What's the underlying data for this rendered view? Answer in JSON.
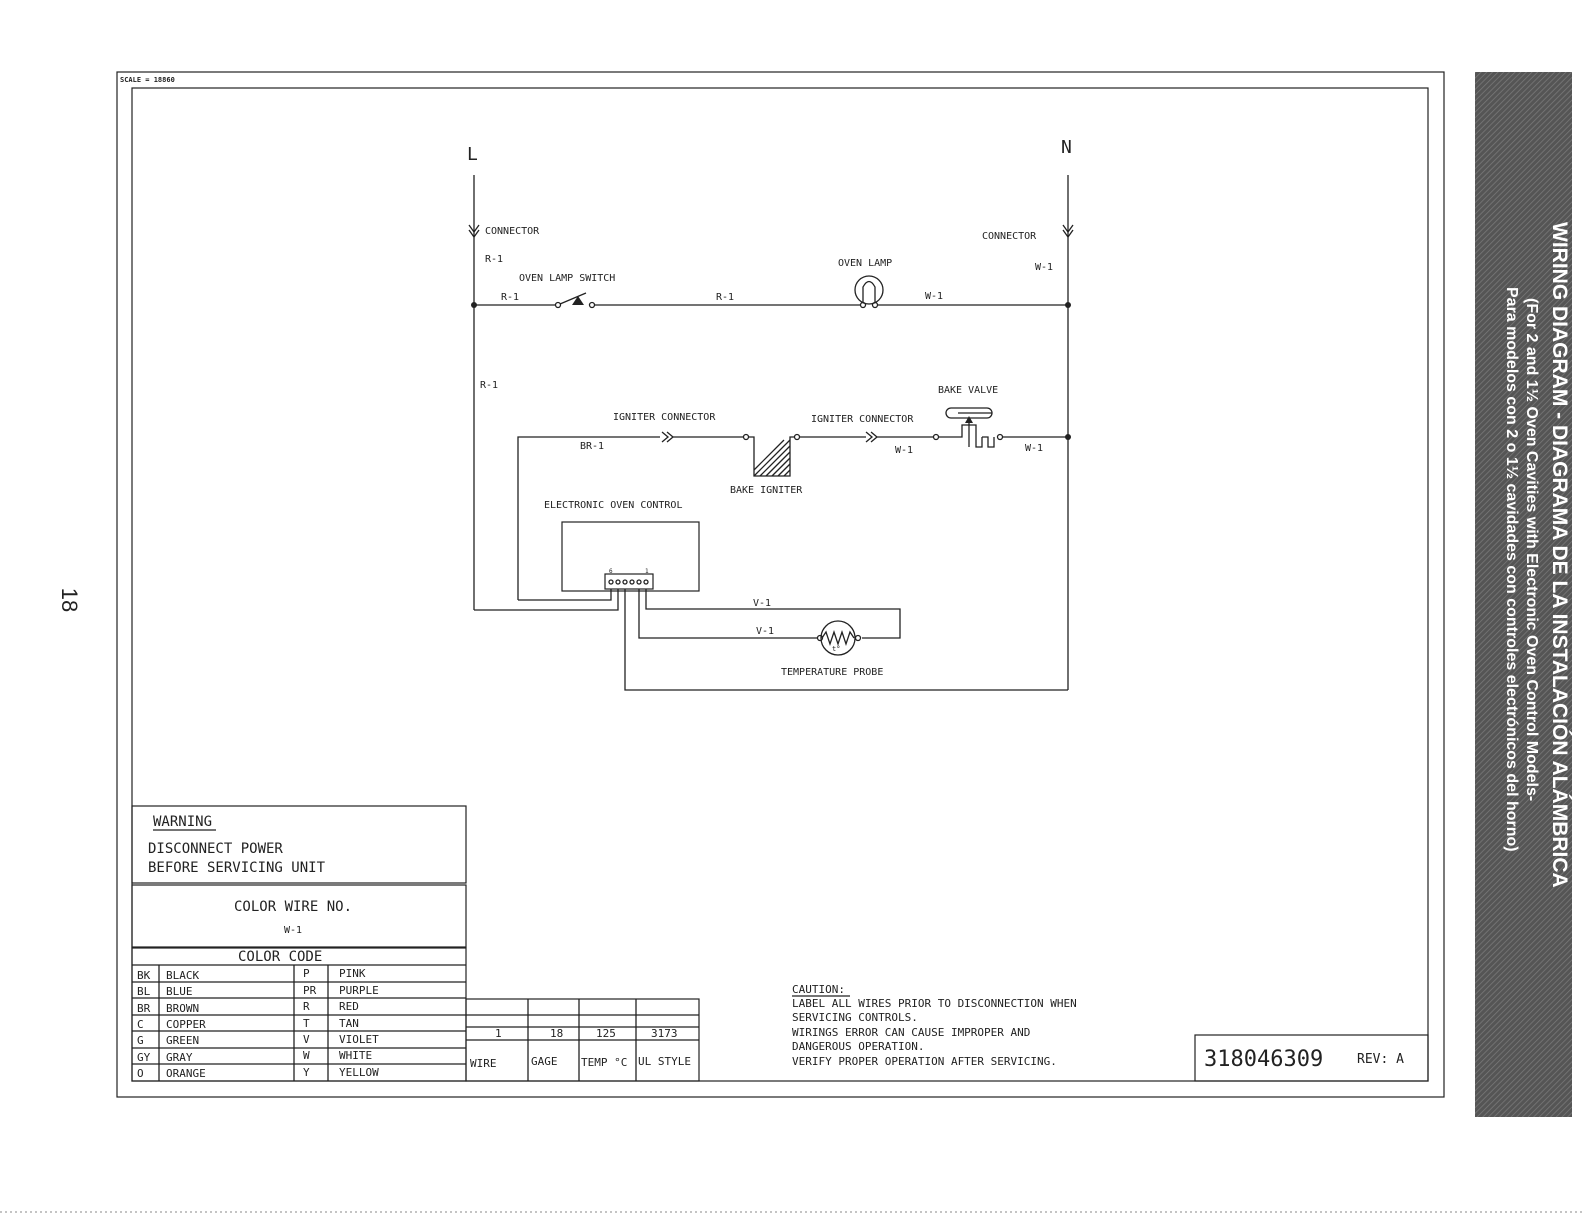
{
  "page_number": "18",
  "scale_note": "SCALE = 18860",
  "banner": {
    "title": "WIRING DIAGRAM - DIAGRAMA DE LA INSTALACIÓN ALÁMBRICA",
    "subtitle_en": "(For 2 and 1½ Oven Cavities with Electronic Oven Control Models-",
    "subtitle_es": "Para modelos con 2 o 1½ cavidades con controles electrónicos del horno)",
    "background": "#555555"
  },
  "diagram": {
    "line_l": "L",
    "line_n": "N",
    "connector_l": "CONNECTOR",
    "connector_n": "CONNECTOR",
    "wire_r1_top": "R-1",
    "wire_r1_switch": "R-1",
    "wire_r1_mid": "R-1",
    "wire_r1_side": "R-1",
    "wire_w1_lamp": "W-1",
    "wire_w1_n": "W-1",
    "oven_lamp_switch": "OVEN LAMP SWITCH",
    "oven_lamp": "OVEN LAMP",
    "bake_valve": "BAKE VALVE",
    "igniter_connector_1": "IGNITER CONNECTOR",
    "igniter_connector_2": "IGNITER CONNECTOR",
    "wire_br1": "BR-1",
    "wire_w1_igniter": "W-1",
    "wire_w1_valve": "W-1",
    "bake_igniter": "BAKE IGNITER",
    "electronic_oven_control": "ELECTRONIC OVEN CONTROL",
    "pin_6": "6",
    "pin_1": "1",
    "wire_v1_a": "V-1",
    "wire_v1_b": "V-1",
    "temperature_probe": "TEMPERATURE PROBE",
    "probe_symbol": "t°"
  },
  "warning": {
    "title": "WARNING",
    "line1": "DISCONNECT POWER",
    "line2": "BEFORE SERVICING UNIT"
  },
  "color_wire_no": {
    "title": "COLOR WIRE NO.",
    "value": "W-1"
  },
  "color_code": {
    "title": "COLOR CODE",
    "rows": [
      {
        "c1": "BK",
        "n1": "BLACK",
        "c2": "P",
        "n2": "PINK"
      },
      {
        "c1": "BL",
        "n1": "BLUE",
        "c2": "PR",
        "n2": "PURPLE"
      },
      {
        "c1": "BR",
        "n1": "BROWN",
        "c2": "R",
        "n2": "RED"
      },
      {
        "c1": "C",
        "n1": "COPPER",
        "c2": "T",
        "n2": "TAN"
      },
      {
        "c1": "G",
        "n1": "GREEN",
        "c2": "V",
        "n2": "VIOLET"
      },
      {
        "c1": "GY",
        "n1": "GRAY",
        "c2": "W",
        "n2": "WHITE"
      },
      {
        "c1": "O",
        "n1": "ORANGE",
        "c2": "Y",
        "n2": "YELLOW"
      }
    ]
  },
  "wire_spec": {
    "headers": [
      "WIRE",
      "GAGE",
      "TEMP °C",
      "UL STYLE"
    ],
    "row": [
      "1",
      "18",
      "125",
      "3173"
    ]
  },
  "caution": {
    "title": "CAUTION:",
    "lines": [
      "LABEL ALL WIRES PRIOR TO DISCONNECTION WHEN",
      "SERVICING CONTROLS.",
      "WIRINGS ERROR CAN CAUSE IMPROPER AND",
      "DANGEROUS OPERATION.",
      "VERIFY PROPER OPERATION AFTER SERVICING."
    ]
  },
  "part_number": "318046309",
  "revision": "REV: A"
}
